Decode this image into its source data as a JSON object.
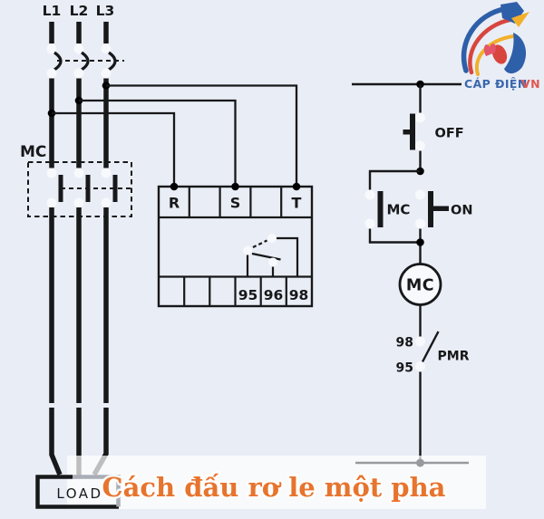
{
  "meta": {
    "type": "electrical-wiring-diagram",
    "background_color": "#E9EDF5",
    "line_color": "#17181a",
    "caption_color": "#E7742E",
    "logo_blue": "#3A67AE",
    "logo_red": "#E25752",
    "faded_gray": "#9B9FA7"
  },
  "power": {
    "phase_labels": {
      "l1": "L1",
      "l2": "L2",
      "l3": "L3"
    },
    "contactor_label": "MC",
    "load_label": "LOAD"
  },
  "relay": {
    "top_terminals": {
      "r": "R",
      "s": "S",
      "t": "T"
    },
    "bottom_terminals": {
      "t95": "95",
      "t96": "96",
      "t98": "98"
    }
  },
  "control": {
    "off_label": "OFF",
    "mc_aux_label": "MC",
    "on_label": "ON",
    "coil_label": "MC",
    "contact_98": "98",
    "contact_95": "95",
    "pmr_label": "PMR"
  },
  "caption": {
    "text": "Cách đấu rơ le một pha"
  },
  "logo": {
    "primary": "CÁP ĐIỆN",
    "secondary": "VN"
  }
}
